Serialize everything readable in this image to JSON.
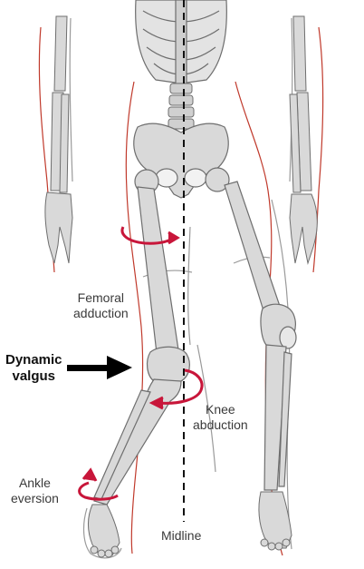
{
  "labels": {
    "femoral_adduction": {
      "line1": "Femoral",
      "line2": "adduction"
    },
    "dynamic_valgus": {
      "line1": "Dynamic",
      "line2": "valgus"
    },
    "knee_abduction": {
      "line1": "Knee",
      "line2": "abduction"
    },
    "ankle_eversion": {
      "line1": "Ankle",
      "line2": "eversion"
    },
    "midline": "Midline"
  },
  "colors": {
    "bone_fill": "#d9d9d9",
    "bone_stroke": "#6e6e6e",
    "skin_outline": "#c0392b",
    "body_outline": "#9a9a9a",
    "rotation_arrow": "#c8163a",
    "valgus_arrow": "#000000",
    "midline": "#111111"
  },
  "icons": {
    "hip_rotation_arrow": "curved-arrow-icon",
    "knee_rotation_arrow": "curved-arrow-icon",
    "ankle_rotation_arrow": "curved-arrow-icon",
    "valgus_arrow": "arrow-right-icon"
  }
}
